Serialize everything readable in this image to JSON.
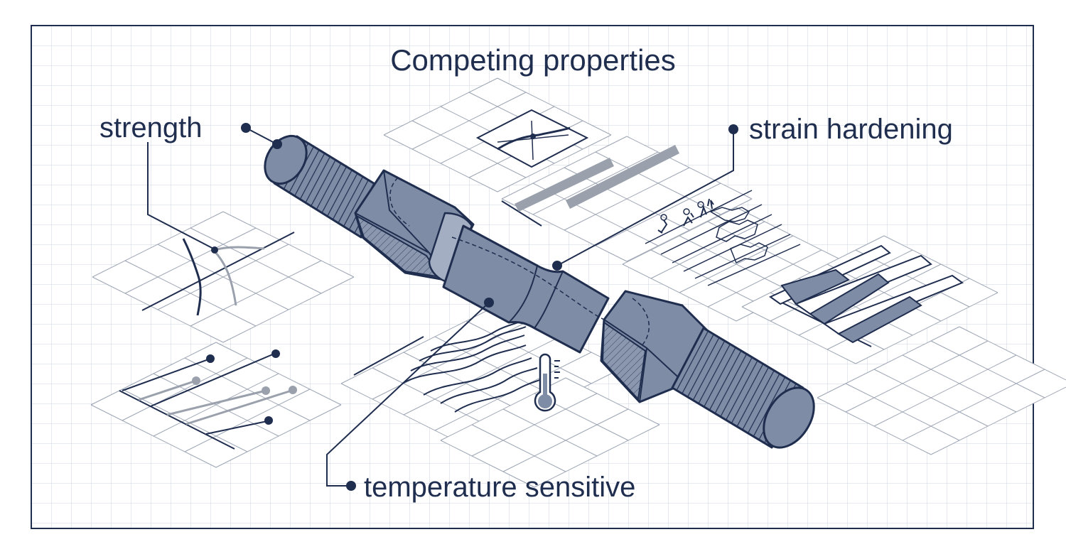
{
  "title": "Competing properties",
  "labels": {
    "strength": "strength",
    "strain_hardening": "strain hardening",
    "temperature_sensitive": "temperature sensitive"
  },
  "colors": {
    "ink": "#1f2d4f",
    "metal": "#7f8ca6",
    "metal_light": "#a3aec2",
    "grid": "#c9d0dc",
    "iso_grid": "#9aa3b3",
    "accent_gray": "#9aa1ad"
  },
  "icons": [
    "thermometer-icon"
  ]
}
